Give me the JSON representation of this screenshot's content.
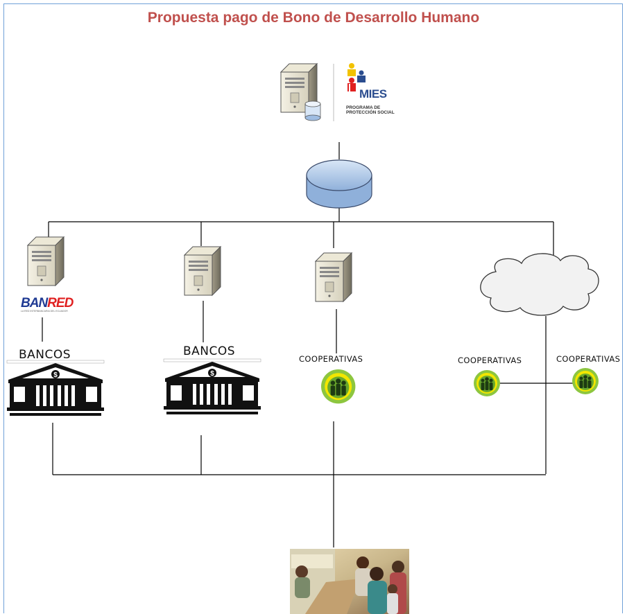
{
  "diagram": {
    "title": "Propuesta pago de Bono de Desarrollo Humano",
    "mies": {
      "logo_text": "MIES",
      "subtitle_line1": "PROGRAMA DE",
      "subtitle_line2": "PROTECCIÓN SOCIAL"
    },
    "banred": {
      "logo_text_part1": "BAN",
      "logo_text_part2": "RED",
      "tagline": "LA RED INTERBANCARIA DEL ECUADOR"
    },
    "nodes": {
      "bancos_1": "BANCOS",
      "bancos_2": "BANCOS",
      "cooperativas_1": "COOPERATIVAS",
      "cooperativas_2": "COOPERATIVAS",
      "cooperativas_3": "COOPERATIVAS"
    }
  },
  "colors": {
    "title": "#c0504d",
    "frame": "#6fa0d8",
    "mies_blue": "#2b4d8f",
    "banred_blue": "#1f3a93",
    "banred_red": "#e02020",
    "database_fill": "#c6d9f1",
    "cloud_fill": "#f2f2f2",
    "coop_green": "#8dc63f",
    "coop_yellow": "#f2e600",
    "line": "#000000"
  },
  "icons": {
    "server": "server-icon",
    "database": "database-icon",
    "cloud": "cloud-icon",
    "bank": "bank-icon",
    "cooperative": "cooperative-logo-icon",
    "mies": "mies-logo",
    "banred": "banred-logo",
    "people_photo": "people-photo"
  }
}
